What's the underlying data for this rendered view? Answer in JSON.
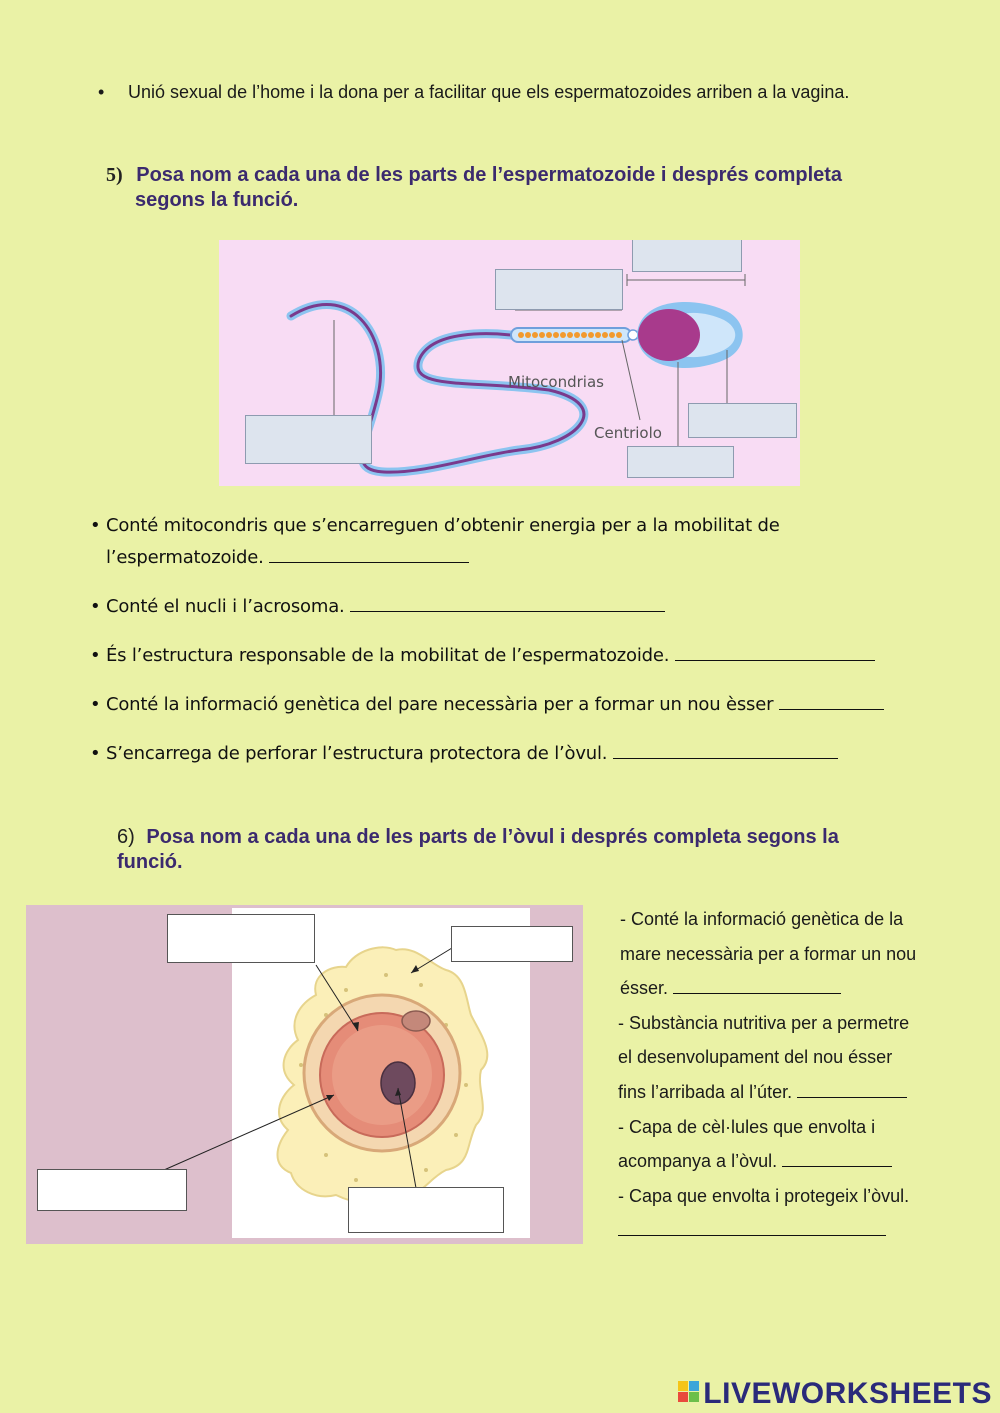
{
  "intro_bullet": {
    "marker": "•",
    "text": "Unió sexual de l’home i la dona per a facilitar que els espermatozoides arriben a la vagina."
  },
  "question5": {
    "number": "5)",
    "title_line1": "Posa nom a cada una de les parts de l’espermatozoide i després completa",
    "title_line2": "segons la funció.",
    "diagram": {
      "label_mitocondrias": "Mitocondrias",
      "label_centriolo": "Centriolo"
    },
    "statements": [
      {
        "marker": "•",
        "line1": "Conté mitocondris que s’encarreguen d’obtenir energia per a  la mobilitat de",
        "line2": "l’espermatozoide."
      },
      {
        "marker": "•",
        "line1": "Conté el nucli i l’acrosoma."
      },
      {
        "marker": "•",
        "line1": "És l’estructura responsable de la mobilitat de l’espermatozoide."
      },
      {
        "marker": "•",
        "line1": "Conté la informació genètica del pare necessària per a formar un nou èsser"
      },
      {
        "marker": "•",
        "line1": "S’encarrega de perforar l’estructura protectora de l’òvul."
      }
    ]
  },
  "question6": {
    "number": "6)",
    "title_line1": "Posa nom a cada una de les parts de l’òvul i després completa segons la",
    "title_line2": "funció.",
    "statements": [
      "- Conté la informació genètica de la",
      "mare necessària per a formar un nou",
      "ésser.",
      "- Substància nutritiva per a permetre",
      "el desenvolupament del nou ésser",
      "fins l’arribada al l’úter.",
      "- Capa de cèl·lules que envolta i",
      "acompanya a l’òvul.",
      "- Capa que envolta i protegeix l’òvul."
    ]
  },
  "brand": {
    "logo_text": "LIVEWORKSHEETS",
    "logo_icon": "liveworksheets-logo-icon"
  },
  "colors": {
    "page_bg": "#eaf2a6",
    "title_purple": "#3b2a6e",
    "diagram_bg_pink": "#f8dcf4",
    "ovule_panel_pink": "#ddbfcc",
    "sperm_tail_blue": "#6f9fdc",
    "sperm_nucleus": "#a83a8c"
  }
}
